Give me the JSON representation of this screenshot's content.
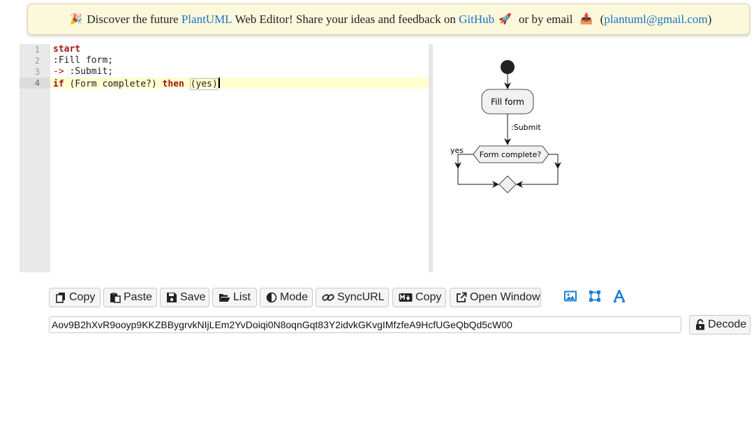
{
  "banner": {
    "prefix_emoji": "🎉",
    "text1": "Discover the future ",
    "link1": "PlantUML",
    "text2": " Web Editor! Share your ideas and feedback on ",
    "link2": "GitHub",
    "rocket_emoji": "🚀",
    "text3": " or by email ",
    "inbox_emoji": "📥",
    "open_paren": " (",
    "email": "plantuml@gmail.com",
    "close_paren": ")"
  },
  "editor": {
    "line_numbers": [
      "1",
      "2",
      "3",
      "4"
    ],
    "lines": {
      "l1_kw": "start",
      "l2": ":Fill form;",
      "l3_op": "->",
      "l3_rest": " :Submit;",
      "l4_kw_if": "if",
      "l4_cond": " (Form complete?) ",
      "l4_kw_then": "then",
      "l4_sp": " ",
      "l4_yes": "(yes)"
    }
  },
  "diagram": {
    "activity_label": "Fill form",
    "arrow_label": ":Submit",
    "branch_label": "yes",
    "decision_label": "Form complete?"
  },
  "toolbar": {
    "copy_label": "Copy",
    "paste_label": "Paste",
    "save_label": "Save",
    "list_label": "List",
    "mode_label": "Mode",
    "syncurl_label": "SyncURL",
    "md_copy_label": "Copy",
    "open_window_label": "Open Window"
  },
  "encoded": {
    "value": "Aov9B2hXvR9ooyp9KKZBBygrvkNIjLEm2YvDoiqi0N8oqnGqt83Y2idvkGKvgIMfzfeA9HcfUGeQbQd5cW00",
    "decode_label": "Decode"
  },
  "colors": {
    "link": "#1a73c8",
    "keyword": "#a31515",
    "icon_blue": "#1a7fd6",
    "banner_bg": "#fbf8dc",
    "active_line": "#ffffd0"
  }
}
